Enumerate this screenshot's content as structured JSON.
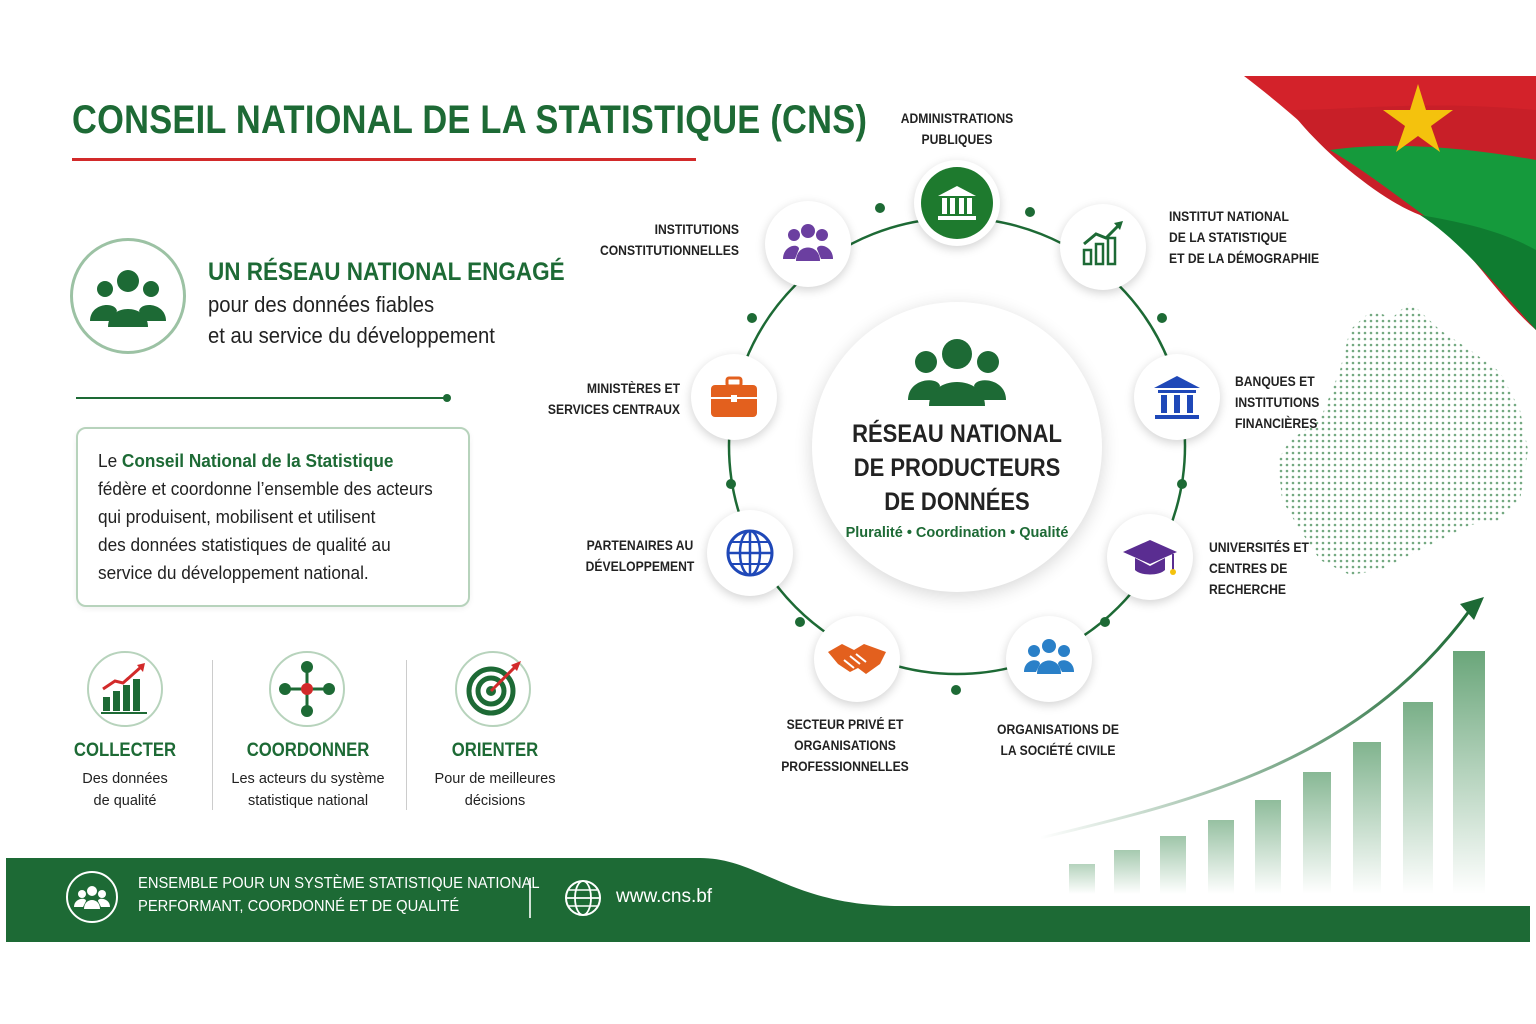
{
  "title": "CONSEIL NATIONAL DE LA STATISTIQUE (CNS)",
  "hero": {
    "heading": "UN RÉSEAU NATIONAL ENGAGÉ",
    "line1": "pour des données fiables",
    "line2": "et au service du développement",
    "icon": "people-group-icon"
  },
  "description": {
    "prefix": "Le ",
    "highlight": "Conseil National de la Statistique",
    "line2": "fédère et coordonne l’ensemble des acteurs",
    "line3": "qui produisent, mobilisent et utilisent",
    "line4": "des données statistiques de qualité au",
    "line5": "service du développement national."
  },
  "pillars": [
    {
      "title": "COLLECTER",
      "sub1": "Des données",
      "sub2": "de qualité",
      "icon": "growth-chart-icon"
    },
    {
      "title": "COORDONNER",
      "sub1": "Les acteurs du système",
      "sub2": "statistique national",
      "icon": "network-hub-icon"
    },
    {
      "title": "ORIENTER",
      "sub1": "Pour de meilleures",
      "sub2": "décisions",
      "icon": "target-icon"
    }
  ],
  "center": {
    "line1": "RÉSEAU NATIONAL",
    "line2": "DE PRODUCTEURS",
    "line3": "DE DONNÉES",
    "sub": "Pluralité • Coordination • Qualité"
  },
  "nodes": [
    {
      "id": "admin",
      "lines": [
        "ADMINISTRATIONS",
        "PUBLIQUES"
      ],
      "icon": "government-building-icon",
      "color": "#1e7a2e"
    },
    {
      "id": "insd",
      "lines": [
        "INSTITUT NATIONAL",
        "DE LA STATISTIQUE",
        "ET DE LA DÉMOGRAPHIE"
      ],
      "icon": "statistics-chart-icon",
      "color": "#1d6a35"
    },
    {
      "id": "banques",
      "lines": [
        "BANQUES ET",
        "INSTITUTIONS",
        "FINANCIÈRES"
      ],
      "icon": "bank-icon",
      "color": "#1f48b8"
    },
    {
      "id": "univ",
      "lines": [
        "UNIVERSITÉS ET",
        "CENTRES DE",
        "RECHERCHE"
      ],
      "icon": "graduation-cap-icon",
      "color": "#5a2d91"
    },
    {
      "id": "osc",
      "lines": [
        "ORGANISATIONS DE",
        "LA SOCIÉTÉ CIVILE"
      ],
      "icon": "community-icon",
      "color": "#2a80c8"
    },
    {
      "id": "prive",
      "lines": [
        "SECTEUR PRIVÉ ET",
        "ORGANISATIONS",
        "PROFESSIONNELLES"
      ],
      "icon": "handshake-icon",
      "color": "#e3601e"
    },
    {
      "id": "partenaires",
      "lines": [
        "PARTENAIRES AU",
        "DÉVELOPPEMENT"
      ],
      "icon": "globe-icon",
      "color": "#1f48b8"
    },
    {
      "id": "ministeres",
      "lines": [
        "MINISTÈRES ET",
        "SERVICES CENTRAUX"
      ],
      "icon": "briefcase-icon",
      "color": "#e3601e"
    },
    {
      "id": "constit",
      "lines": [
        "INSTITUTIONS",
        "CONSTITUTIONNELLES"
      ],
      "icon": "team-icon",
      "color": "#6b3fa0"
    }
  ],
  "footer": {
    "line1": "ENSEMBLE POUR UN SYSTÈME STATISTIQUE NATIONAL",
    "line2": "PERFORMANT, COORDONNÉ ET DE QUALITÉ",
    "url": "www.cns.bf"
  },
  "colors": {
    "brand_green": "#1d6a35",
    "accent_red": "#d22a2a",
    "flag_red": "#d3222a",
    "flag_green": "#159a3c",
    "flag_star": "#f4c20d"
  }
}
